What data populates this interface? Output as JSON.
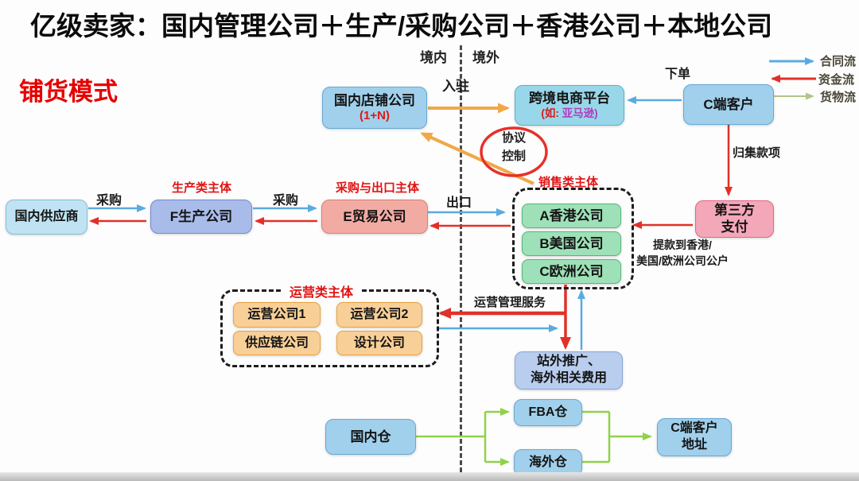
{
  "header": {
    "title": "亿级卖家：国内管理公司＋生产/采购公司＋香港公司＋本地公司",
    "mode_label": "铺货模式"
  },
  "boundary": {
    "inside": "境内",
    "outside": "境外"
  },
  "legend": {
    "items": [
      {
        "label": "合同流",
        "color": "#5aabe0",
        "direction": "right"
      },
      {
        "label": "资金流",
        "color": "#e23028",
        "direction": "left"
      },
      {
        "label": "货物流",
        "color": "#b3c48c",
        "direction": "right"
      }
    ]
  },
  "category_labels": {
    "production": "生产类主体",
    "procurement_export": "采购与出口主体"
  },
  "groups": {
    "sales": {
      "label": "销售类主体"
    },
    "operations": {
      "label": "运营类主体"
    }
  },
  "nodes": {
    "domestic_store": {
      "line1": "国内店铺公司",
      "line2": "(1+N)"
    },
    "platform": {
      "line1": "跨境电商平台",
      "line2a": "(如: ",
      "line2b": "亚马逊)"
    },
    "customer": {
      "label": "C端客户"
    },
    "third_party_payment": {
      "line1": "第三方",
      "line2": "支付"
    },
    "domestic_supplier": {
      "label": "国内供应商"
    },
    "producer": {
      "label": "F生产公司"
    },
    "trader": {
      "label": "E贸易公司"
    },
    "hk_company": {
      "label": "A香港公司"
    },
    "us_company": {
      "label": "B美国公司"
    },
    "eu_company": {
      "label": "C欧洲公司"
    },
    "ops_company_1": {
      "label": "运营公司1"
    },
    "ops_company_2": {
      "label": "运营公司2"
    },
    "supply_chain_company": {
      "label": "供应链公司"
    },
    "design_company": {
      "label": "设计公司"
    },
    "offsite_promo": {
      "line1": "站外推广、",
      "line2": "海外相关费用"
    },
    "domestic_warehouse": {
      "label": "国内仓"
    },
    "fba_warehouse": {
      "label": "FBA仓"
    },
    "overseas_warehouse": {
      "label": "海外仓"
    },
    "customer_address": {
      "line1": "C端客户",
      "line2": "地址"
    }
  },
  "edge_labels": {
    "settle_in": "入驻",
    "place_order": "下单",
    "collect_payment": "归集款项",
    "protocol_line1": "协议",
    "protocol_line2": "控制",
    "purchase_1": "采购",
    "purchase_2": "采购",
    "export": "出口",
    "withdraw_line1": "提款到香港/",
    "withdraw_line2": "美国/欧洲公司公户",
    "ops_service": "运营管理服务"
  },
  "colors": {
    "contract_flow": "#5aabe0",
    "capital_flow": "#e23028",
    "goods_flow": "#90d24a",
    "control_flow": "#f0a848",
    "highlight_red": "#e60000"
  }
}
